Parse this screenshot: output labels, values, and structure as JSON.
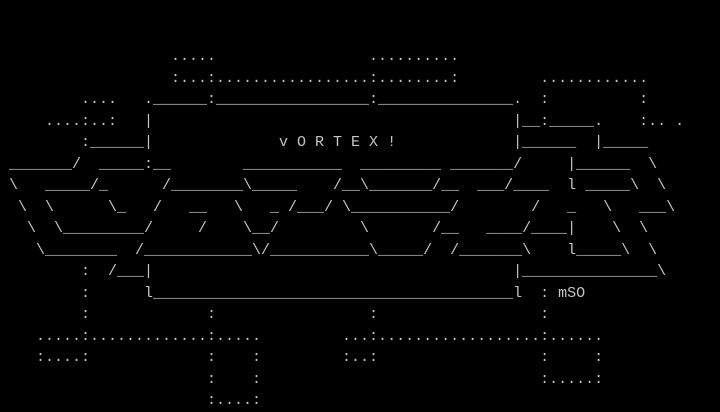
{
  "art": {
    "title": "v O R T E X !",
    "signature": "mSO",
    "lines": [
      "                   .....                 ..........",
      "                   :...:.................:........:         ............",
      "         ....   .______:_________________:_______________.  :          :",
      "     ....:..:   |                                        |__:_____.    :.. .",
      "         :______|              v O R T E X !             |______  |_____",
      " _______/  _____:__        ___________  _________ _______/     |______  \\",
      " \\   _____/_      /________\\_____    /__\\_______/__  ___/____  l _____\\  \\",
      "  \\  \\      \\_   /   __   \\   _ /___/ \\___________/        /   _   \\   ___\\",
      "   \\  \\_________/     /    \\__/         \\       /__   ____/____|    \\  \\",
      "    \\________  /____________\\/___________\\_____/  /_______\\    l_____\\  \\",
      "         :  /___|                                        |_______________\\",
      "         :      l________________________________________l  : mSO",
      "         :             :                 :                  :",
      "    .....:.............:.....         ...:..................:......",
      "    :....:             :    :         :..:                  :     :",
      "                       :    :                               :.....:",
      "                       :....:"
    ]
  },
  "colors": {
    "background": "#000000",
    "text": "#c4c4c4"
  }
}
